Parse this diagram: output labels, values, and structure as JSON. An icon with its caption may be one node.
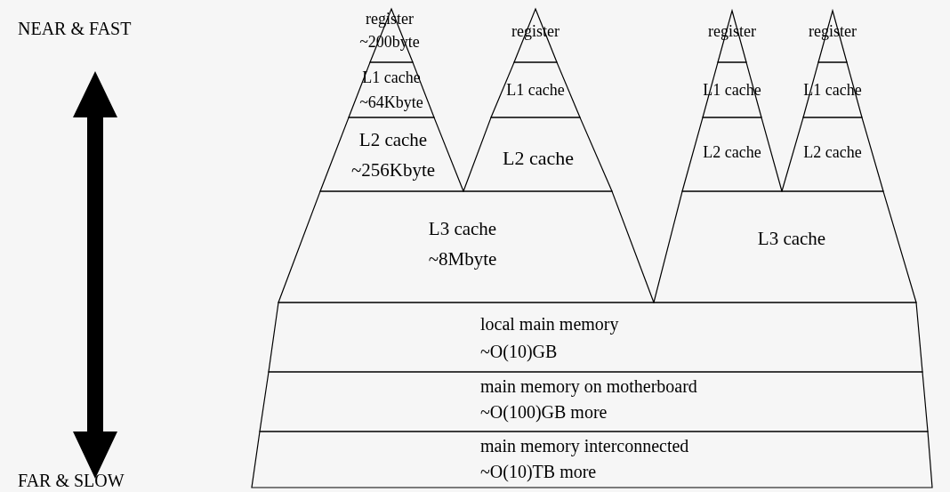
{
  "diagram": {
    "nodes": [
      {
        "text": [
          "register",
          "~200byte"
        ]
      },
      {
        "text": [
          "L1 cache",
          "~64Kbyte"
        ]
      },
      {
        "text": [
          "L2 cache",
          "~256Kbyte"
        ]
      },
      {
        "text": [
          "register"
        ]
      },
      {
        "text": [
          "L1 cache"
        ]
      },
      {
        "text": [
          "L2 cache"
        ]
      },
      {
        "text": [
          "register"
        ]
      },
      {
        "text": [
          "L1 cache"
        ]
      },
      {
        "text": [
          "L2 cache"
        ]
      },
      {
        "text": [
          "register"
        ]
      },
      {
        "text": [
          "L1 cache"
        ]
      },
      {
        "text": [
          "L2 cache"
        ]
      },
      {
        "text": [
          "L3 cache",
          "~8Mbyte"
        ]
      },
      {
        "text": [
          "L3 cache"
        ]
      },
      {
        "text": [
          "local main memory",
          "~O(10)GB"
        ]
      },
      {
        "text": [
          "main memory on motherboard",
          "~O(100)GB more"
        ]
      },
      {
        "text": [
          "main memory interconnected",
          "~O(10)TB more"
        ]
      }
    ],
    "labels": [
      "NEAR & FAST",
      "FAR & SLOW"
    ]
  }
}
